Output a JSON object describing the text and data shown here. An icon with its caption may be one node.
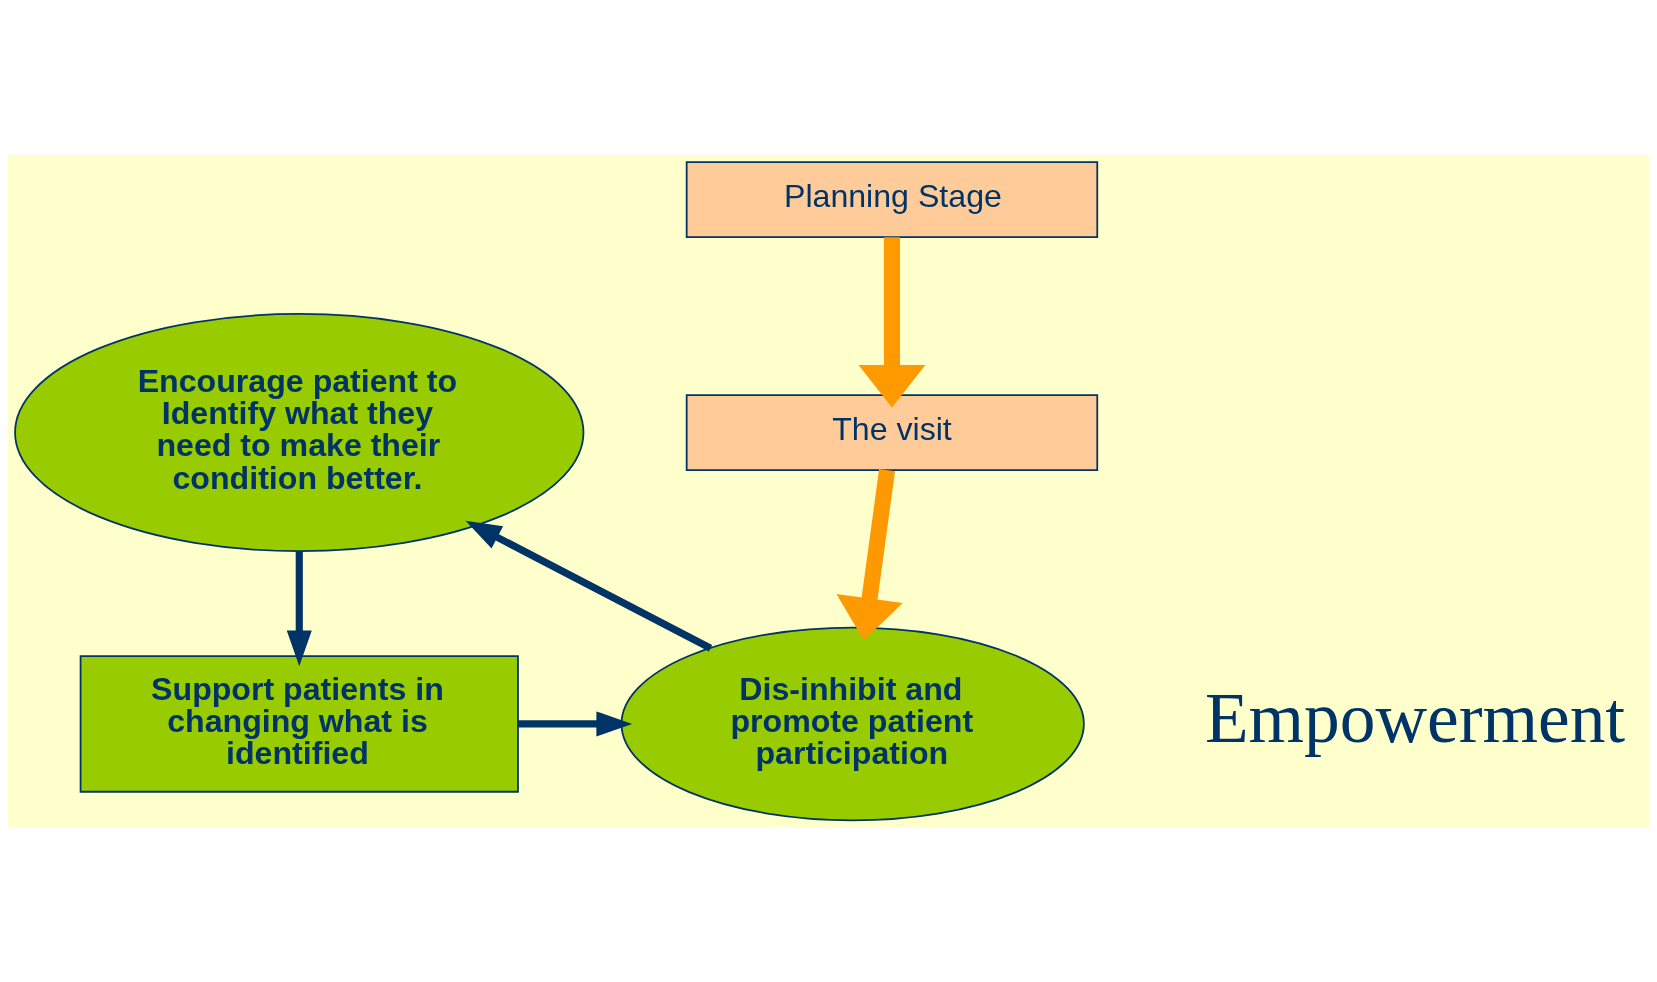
{
  "diagram": {
    "nodes": [
      {
        "text": [
          "Planning Stage"
        ]
      },
      {
        "text": [
          "The visit"
        ]
      },
      {
        "text": [
          "Dis-inhibit and promote patient participation"
        ]
      },
      {
        "text": [
          "Encourage patient to Identify what they need to make their condition better."
        ]
      },
      {
        "text": [
          "Support patients in changing what is identified"
        ]
      }
    ],
    "edges": [
      {
        "from": 0,
        "to": 1,
        "arrow": "to",
        "style": "thick",
        "color": "#ff9900"
      },
      {
        "from": 1,
        "to": 2,
        "arrow": "to",
        "style": "thick",
        "color": "#ff9900"
      },
      {
        "from": 2,
        "to": 3,
        "arrow": "to"
      },
      {
        "from": 3,
        "to": 4,
        "arrow": "to"
      },
      {
        "from": 4,
        "to": 2,
        "arrow": "to"
      }
    ],
    "labels": [
      "Empowerment"
    ]
  }
}
